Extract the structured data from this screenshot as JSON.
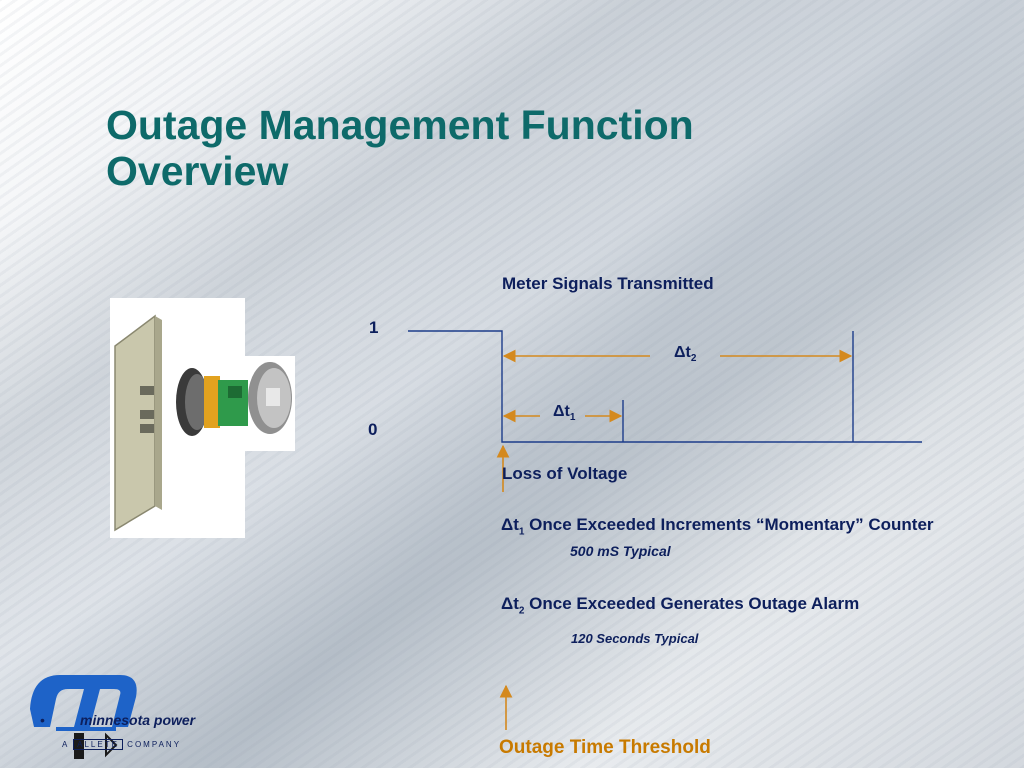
{
  "slide": {
    "title_line1": "Outage Management Function",
    "title_line2": "Overview"
  },
  "diagram": {
    "heading": "Meter Signals Transmitted",
    "level_high": "1",
    "level_low": "0",
    "delta_t1": "Δt",
    "delta_t1_sub": "1",
    "delta_t2": "Δt",
    "delta_t2_sub": "2",
    "loss_of_voltage": "Loss of Voltage",
    "threshold_label": "Outage Time Threshold"
  },
  "notes": {
    "t1_prefix": "Δt",
    "t1_sub": "1",
    "t1_text": " Once Exceeded Increments “Momentary” Counter",
    "t1_typical": "500 mS Typical",
    "t2_prefix": "Δt",
    "t2_sub": "2",
    "t2_text": " Once Exceeded Generates Outage Alarm",
    "t2_typical": "120 Seconds Typical"
  },
  "logo": {
    "brand": "minnesota power",
    "tag_prefix": "A",
    "tag_name": "ALLETE",
    "tag_suffix": "COMPANY"
  },
  "colors": {
    "title": "#0e6a6a",
    "text": "#0d1f5c",
    "arrow": "#d4891e",
    "logo_blue": "#1e63c8"
  }
}
